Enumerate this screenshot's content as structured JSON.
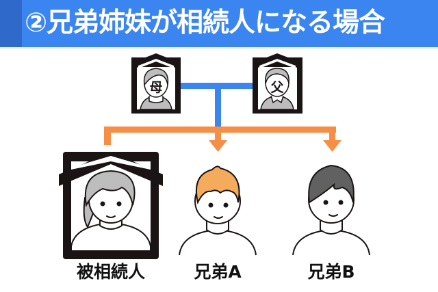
{
  "header": {
    "title": "②兄弟姉妹が相続人になる場合",
    "bar_color": "#3a85ef",
    "strip_color": "#2f69c9"
  },
  "parents": {
    "mother": {
      "label": "母",
      "status": "deceased",
      "icon": "memorial-portrait-icon"
    },
    "father": {
      "label": "父",
      "status": "deceased",
      "icon": "memorial-portrait-icon"
    },
    "connector_color": "#3a85ef"
  },
  "children": [
    {
      "label": "被相続人",
      "role": "decedent",
      "hair_color": "#bdbdbd",
      "framed": true
    },
    {
      "label": "兄弟A",
      "role": "heir",
      "hair_color": "#f5ab5c",
      "framed": false
    },
    {
      "label": "兄弟B",
      "role": "heir",
      "hair_color": "#616161",
      "framed": false
    }
  ],
  "arrows": {
    "color": "#f68e45"
  }
}
